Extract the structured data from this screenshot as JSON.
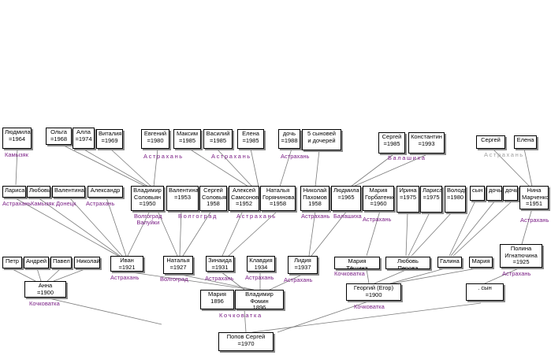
{
  "colors": {
    "place_text": "#7b1f86",
    "faded_place_text": "#a0a0a0",
    "box_border": "#000000",
    "box_shadow": "#8a8a8a",
    "line": "#7a7a7a"
  },
  "people": {
    "lyudmila": "Людмила\n=1964",
    "olga": "Ольга\n=1968",
    "alla": "Алла\n=1974",
    "vitaly": "Виталия\n=1969",
    "evgeny": "Евгений\n=1980",
    "maxim": "Максим\n=1985",
    "vasily": "Василий\n=1985",
    "elena1": "Елена\n=1985",
    "doch1": "дочь\n=1988",
    "five_sons": "5 сыновей\nи дочерей",
    "sergey1": "Сергей\n=1985",
    "konstantin": "Константин\n=1993",
    "sergey2": "Сергей",
    "elena2": "Елена",
    "larisa1": "Лариса",
    "lyubov1": "Любовь",
    "valentina1": "Валентина",
    "alexandr": "Александр",
    "vladimir_solovyan": "Владимир\nСоловьян\n=1950",
    "valentina2": "Валентина\n=1953",
    "sergey_solovyan": "Сергей\nСоловьян\n1958",
    "alexey_samsonov": "Алексей\nСамсонов\n=1952",
    "natalya_gornyakova": "Наталья\nГорянинова\n=1958",
    "nikolay_pakhomov": "Николай\nПахомов\n1958",
    "lyudmila2": "Людмила\n=1965",
    "maria_gorbatenko": "Мария\nГорбатенко\n=1960",
    "irina": "Ирина\n=1975",
    "larisa2": "Лариса\n=1975",
    "volodya": "Володя\n=1980",
    "syn1": "сын",
    "doch2": "дочь",
    "doch3": "дочь",
    "nina_marchenko": "Нина\nМарченко\n=1951",
    "petr": "Петр",
    "andrey": "Андрей",
    "pavel": "Павел",
    "nikolay": "Николай",
    "ivan": "Иван\n=1921",
    "natalya": "Наталья\n=1927",
    "zinaida": "Зинаида\n=1931",
    "klavdiya": "Клавдия\n1934",
    "lidiya": "Лидия\n=1937",
    "maria_teshina": "Мария Тёщина",
    "lyubov_perova": "Любовь Перова",
    "galina": "Галина",
    "maria": "Мария",
    "polina": "Полина\nИгнатючина\n=1925",
    "anna": "Анна\n=1900",
    "maria_1896": "Мария\n1896",
    "vladimir_fomin": "Владимир Фомин\n1896",
    "georgy": "Георгий (Егор)\n=1900",
    "syn2": ".    сын",
    "popov_sergey": "Попов Сергей\n=1970"
  },
  "places": {
    "kamyzyak1": "Камызяк",
    "astrakhan1": "Астрахань",
    "astrakhan2": "Астрахань",
    "astrakhan_top": "Астрахань",
    "balashikha_top": "Балашиха",
    "astrakhan_faded": "Астрахань",
    "astrakhan_row2a": "Астрахань",
    "kamyzyak2": "Камызяк",
    "donets": "Донецк",
    "astrakhan_row2b": "Астрахань",
    "volgograd_valuiki": "Волгоград\nВалуйки",
    "volgograd_spaced": "Волгоград",
    "astrakhan_row2c": "Астрахань",
    "astrakhan_row2d": "Астрахань",
    "balashikha2": "Балашиха",
    "astrakhan_row2e": "Астрахань",
    "astrakhan_nina": "Астрахань",
    "astrakhan_ivan": "Астрахань",
    "volgograd2": "Волгоград",
    "astrakhan_zinaida": "Астрахань",
    "astrakhan_klavdiya": "Астрахань",
    "astrakhan_lidiya": "Астрахань",
    "kochkovatka1": "Кочковатка",
    "astrakhan_polina": "Астрахань",
    "kochkovatka_anna": "Кочковатка",
    "kochkovatka_center": "Кочковатка",
    "kochkovatka_georgy": "Кочковатка"
  }
}
